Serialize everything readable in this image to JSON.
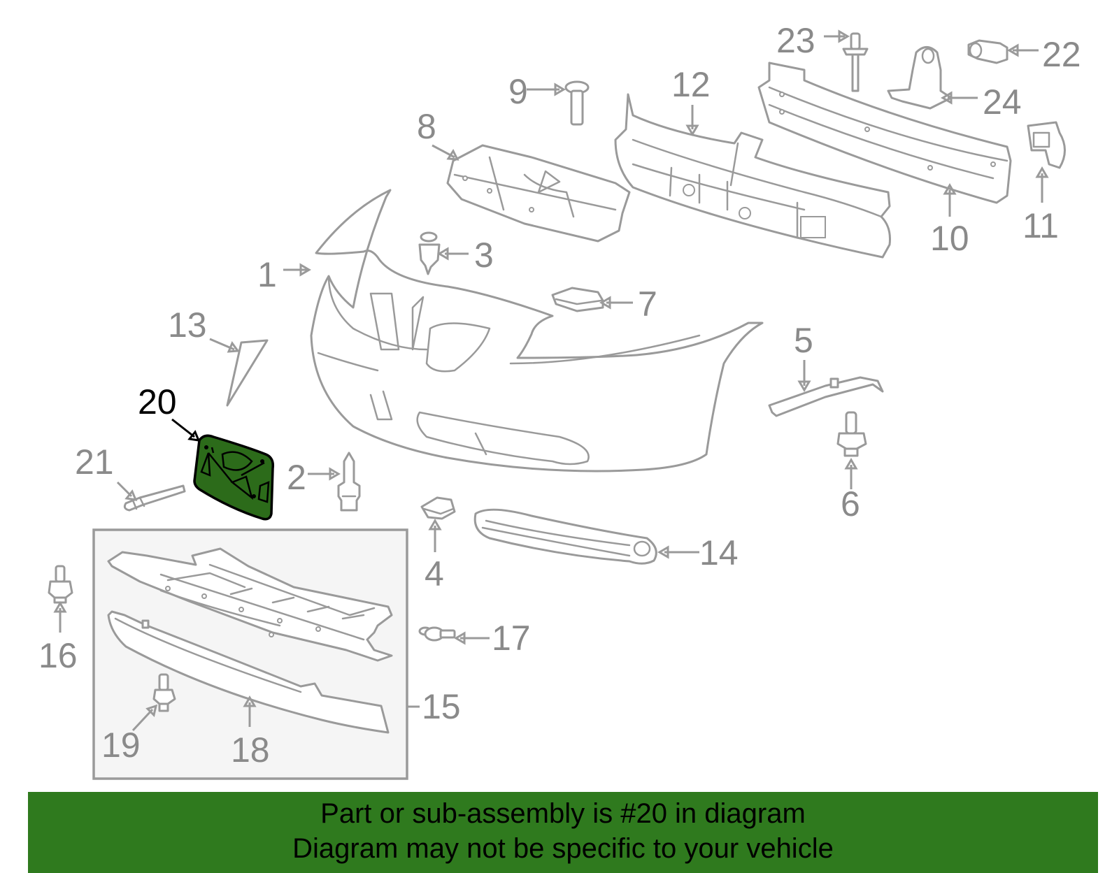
{
  "diagram": {
    "highlighted_part": "20",
    "highlight_color": "#2c6b1a",
    "callouts": {
      "c1": "1",
      "c2": "2",
      "c3": "3",
      "c4": "4",
      "c5": "5",
      "c6": "6",
      "c7": "7",
      "c8": "8",
      "c9": "9",
      "c10": "10",
      "c11": "11",
      "c12": "12",
      "c13": "13",
      "c14": "14",
      "c15": "15",
      "c16": "16",
      "c17": "17",
      "c18": "18",
      "c19": "19",
      "c20": "20",
      "c21": "21",
      "c22": "22",
      "c23": "23",
      "c24": "24"
    }
  },
  "banner": {
    "line1": "Part or sub-assembly is #20 in diagram",
    "line2": "Diagram may not be specific to your vehicle",
    "background": "#2f7a1e"
  }
}
